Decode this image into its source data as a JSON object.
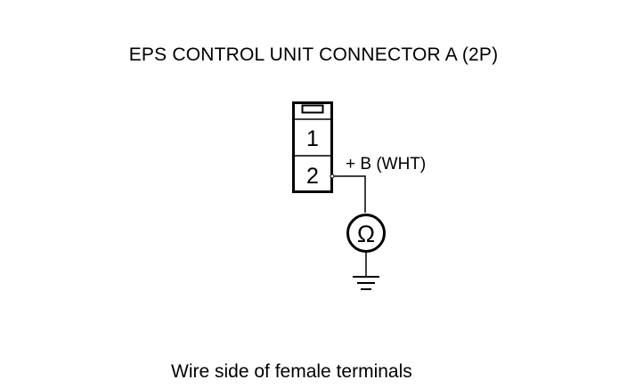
{
  "title": "EPS CONTROL UNIT CONNECTOR A (2P)",
  "connector": {
    "pins": [
      {
        "number": "1"
      },
      {
        "number": "2"
      }
    ]
  },
  "probe_label": "+ B (WHT)",
  "meter_symbol": "Ω",
  "caption": "Wire side of female terminals",
  "colors": {
    "line": "#000000",
    "background": "#ffffff"
  },
  "icons": {
    "meter": "ohmmeter-icon",
    "ground": "ground-icon"
  }
}
